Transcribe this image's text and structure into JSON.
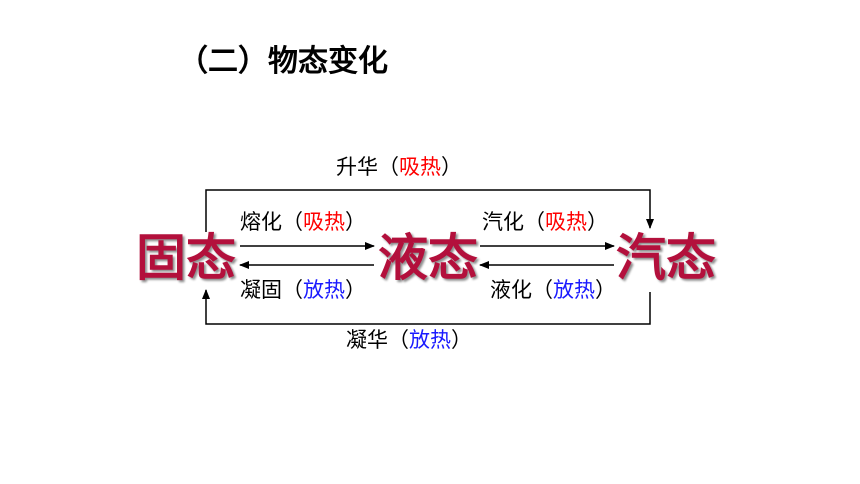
{
  "title": "（二）物态变化",
  "states": {
    "solid": "固态",
    "liquid": "液态",
    "gas": "汽态"
  },
  "transitions": {
    "sublimation": {
      "name": "升华",
      "open": "（",
      "heat": "吸热",
      "close": "）"
    },
    "melting": {
      "name": "熔化",
      "open": "（",
      "heat": "吸热",
      "close": "）"
    },
    "solidification": {
      "name": "凝固",
      "open": "（",
      "heat": "放热",
      "close": "）"
    },
    "vaporization": {
      "name": "汽化",
      "open": "（",
      "heat": "吸热",
      "close": "）"
    },
    "liquefaction": {
      "name": "液化",
      "open": "（",
      "heat": "放热",
      "close": "）"
    },
    "deposition": {
      "name": "凝华",
      "open": "（",
      "heat": "放热",
      "close": "）"
    }
  },
  "colors": {
    "state_text": "#b3103c",
    "absorb_heat": "#ff0000",
    "release_heat": "#1a1aff",
    "arrow": "#000000"
  }
}
